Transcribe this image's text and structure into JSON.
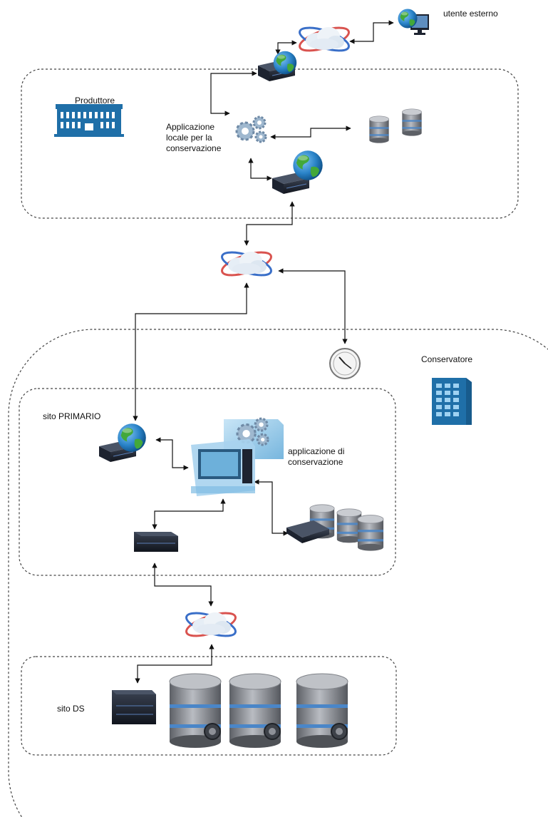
{
  "labels": {
    "utente_esterno": "utente esterno",
    "produttore": "Produttore",
    "app_locale_1": "Applicazione",
    "app_locale_2": "locale per la",
    "app_locale_3": "conservazione",
    "conservatore": "Conservatore",
    "sito_primario": "sito PRIMARIO",
    "app_conservazione_1": "applicazione di",
    "app_conservazione_2": "conservazione",
    "sito_ds": "sito DS"
  },
  "icons": {
    "network_cloud": "network-cloud-icon",
    "globe_server": "globe-server-icon",
    "globe_monitor": "globe-monitor-icon",
    "gears": "gears-icon",
    "database": "database-icon",
    "building_producer": "building-icon",
    "building_conservatore": "building-icon",
    "timestamp_clock": "timestamp-clock-icon",
    "storage_array": "storage-array-icon",
    "server_box": "server-icon"
  },
  "colors": {
    "blue_building": "#1f6fa8",
    "globe_ocean": "#2a83c8",
    "globe_land": "#43a83a",
    "server_dark": "#1d2330",
    "db_gray": "#8d9097",
    "db_band": "#4a86c8",
    "cloud_orbit_red": "#d9534f",
    "cloud_orbit_blue": "#3a6fc8",
    "line": "#111111",
    "dash": "#444444"
  }
}
